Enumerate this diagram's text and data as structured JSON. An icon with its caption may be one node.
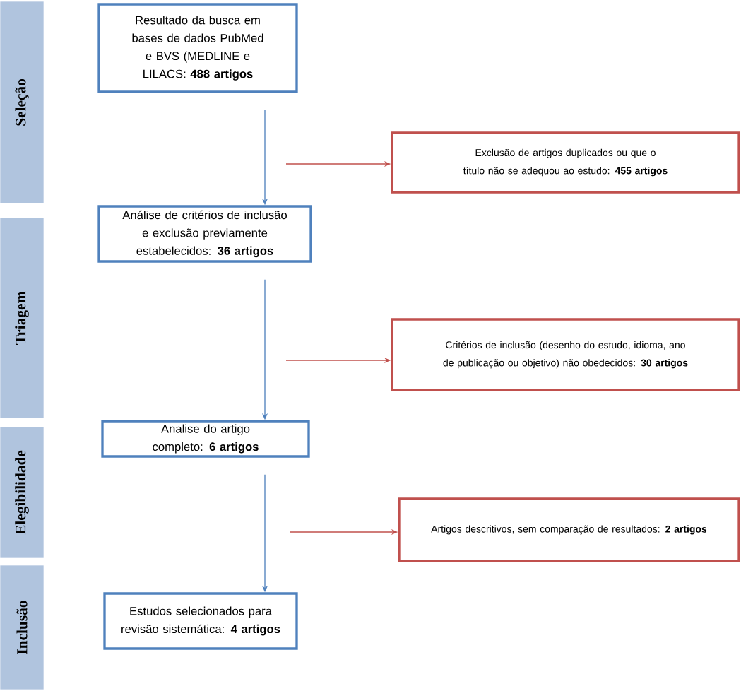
{
  "diagram": {
    "nodes": [
      {
        "text": [
          "Seleção"
        ]
      },
      {
        "text": [
          "Triagem"
        ]
      },
      {
        "text": [
          "Elegibilidade"
        ]
      },
      {
        "text": [
          "Inclusão"
        ]
      },
      {
        "text": [
          "Resultado da busca em bases de dados PubMed e BVS (MEDLINE e LILACS: **488 artigos**"
        ]
      },
      {
        "text": [
          "Exclusão de artigos duplicados ou que o título não se adequou ao estudo: **455 artigos**"
        ]
      },
      {
        "text": [
          "Análise de critérios de inclusão e exclusão previamente estabelecidos: **36 artigos**"
        ]
      },
      {
        "text": [
          "Critérios de inclusão (desenho do estudo, idioma, ano de publicação ou objetivo) não obedecidos: **30 artigos**"
        ]
      },
      {
        "text": [
          "Analise do artigo completo: **6 artigos**"
        ]
      },
      {
        "text": [
          "Artigos descritivos, sem comparação de resultados: **2 artigos**"
        ]
      },
      {
        "text": [
          "Estudos selecionados para revisão sistemática: **4 artigos**"
        ]
      }
    ],
    "edges": [
      {
        "from": 4,
        "to": 6,
        "arrow": "to",
        "color": "#4f81bd"
      },
      {
        "from": null,
        "to": 5,
        "arrow": "to",
        "color": "#c0504d"
      },
      {
        "from": 6,
        "to": 8,
        "arrow": "to",
        "color": "#4f81bd"
      },
      {
        "from": null,
        "to": 7,
        "arrow": "to",
        "color": "#c0504d"
      },
      {
        "from": 8,
        "to": 10,
        "arrow": "to",
        "color": "#4f81bd"
      },
      {
        "from": null,
        "to": 9,
        "arrow": "to",
        "color": "#c0504d"
      }
    ]
  }
}
